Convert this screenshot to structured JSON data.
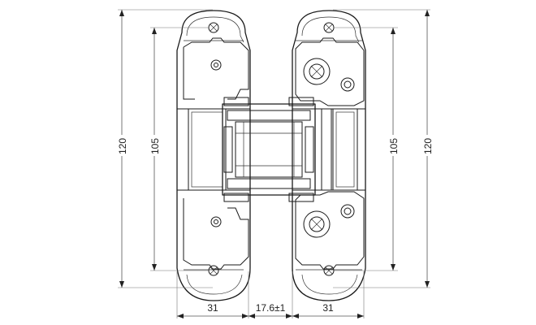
{
  "dimensions": {
    "overall_height": "120",
    "inner_height": "105",
    "left_leaf_width": "31",
    "gap_width": "17.6±1",
    "right_leaf_width": "31"
  },
  "colors": {
    "line": "#1a1a1a",
    "dimension": "#555555",
    "background": "#ffffff"
  }
}
